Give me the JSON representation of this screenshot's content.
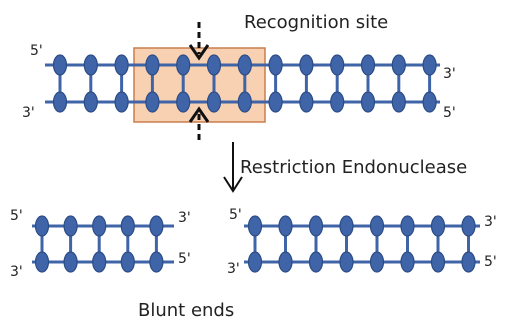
{
  "labels": {
    "recognition_site": "Recognition site",
    "restriction_enzyme": "Restriction Endonuclease",
    "blunt_ends": "Blunt ends"
  },
  "strand_ends": {
    "five_prime": "5'",
    "three_prime": "3'"
  },
  "colors": {
    "bead_fill": "#3f64a8",
    "bead_stroke": "#2c4c86",
    "strand_line": "#3f64a8",
    "recognition_box_fill": "#f6c9a5",
    "recognition_box_stroke": "#c87e4d",
    "arrow": "#111111"
  }
}
